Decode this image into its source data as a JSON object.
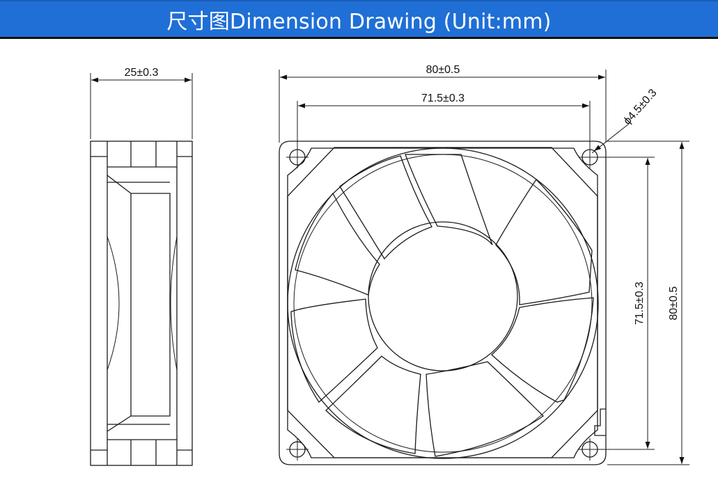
{
  "header": {
    "title": "尺寸图Dimension Drawing (Unit:mm)",
    "background_color": "#1f6fd6"
  },
  "side_view": {
    "thickness_label": "25±0.3"
  },
  "front_view": {
    "overall_width_label": "80±0.5",
    "hole_spacing_width_label": "71.5±0.3",
    "hole_diameter_label": "ϕ4.5±0.3",
    "hole_spacing_height_label": "71.5±0.3",
    "overall_height_label": "80±0.5"
  }
}
